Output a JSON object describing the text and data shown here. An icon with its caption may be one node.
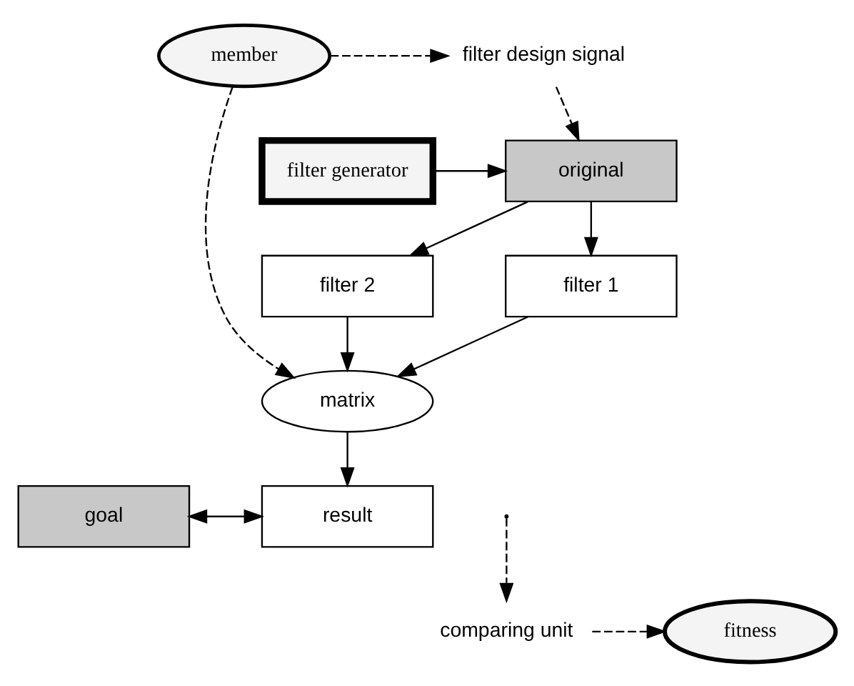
{
  "diagram": {
    "nodes": [
      {
        "text": [
          "filter design signal"
        ]
      },
      {
        "text": [
          "member"
        ]
      },
      {
        "text": [
          "filter generator"
        ]
      },
      {
        "text": [
          "original"
        ]
      },
      {
        "text": [
          "filter 1"
        ]
      },
      {
        "text": [
          "filter 2"
        ]
      },
      {
        "text": [
          "matrix"
        ]
      },
      {
        "text": [
          "goal"
        ]
      },
      {
        "text": [
          "result"
        ]
      },
      {
        "text": [
          "comparing unit"
        ]
      },
      {
        "text": [
          "fitness"
        ]
      }
    ],
    "edges": [
      {
        "from": 1,
        "to": 0,
        "arrow": "to",
        "style": "dashed"
      },
      {
        "from": 0,
        "to": 3,
        "arrow": "to",
        "style": "dashed"
      },
      {
        "from": 2,
        "to": 3,
        "arrow": "to"
      },
      {
        "from": 3,
        "to": 4,
        "arrow": "to"
      },
      {
        "from": 3,
        "to": 5,
        "arrow": "to"
      },
      {
        "from": 4,
        "to": 6,
        "arrow": "to"
      },
      {
        "from": 5,
        "to": 6,
        "arrow": "to"
      },
      {
        "from": 1,
        "to": 6,
        "arrow": "to",
        "style": "dashed"
      },
      {
        "from": 6,
        "to": 8,
        "arrow": "to"
      },
      {
        "from": 7,
        "to": 8,
        "arrow": "both"
      },
      {
        "from": null,
        "to": 9,
        "arrow": "to",
        "style": "dashed"
      },
      {
        "from": 9,
        "to": 10,
        "arrow": "to",
        "style": "dashed"
      }
    ]
  }
}
